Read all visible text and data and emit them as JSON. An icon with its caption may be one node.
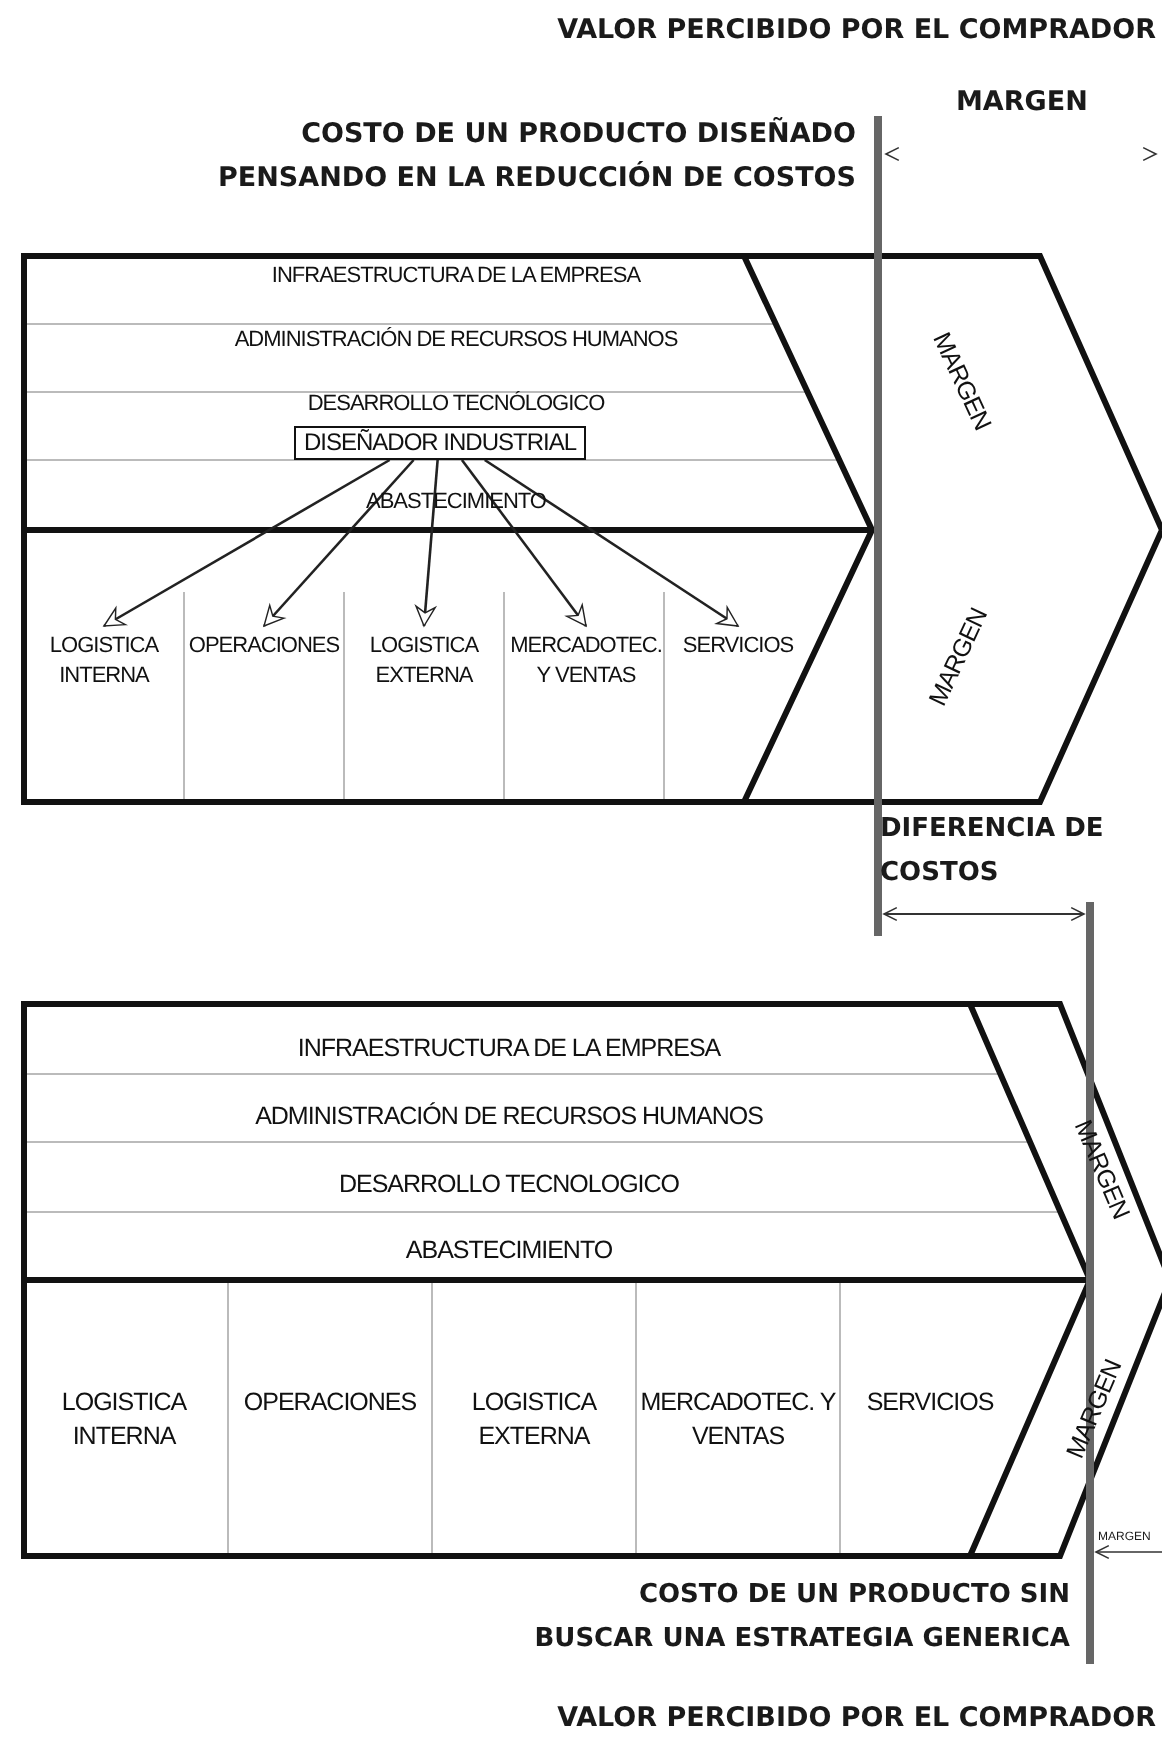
{
  "diagram": {
    "nodes": [
      {
        "text": [
          "INFRAESTRUCTURA DE LA EMPRESA"
        ]
      },
      {
        "text": [
          "ADMINISTRACIÓN DE RECURSOS HUMANOS"
        ]
      },
      {
        "text": [
          "DESARROLLO TECNÓLOGICO"
        ]
      },
      {
        "text": [
          "DISEÑADOR INDUSTRIAL"
        ],
        "in": 2
      },
      {
        "text": [
          "ABASTECIMIENTO"
        ]
      },
      {
        "text": [
          "LOGISTICA INTERNA"
        ]
      },
      {
        "text": [
          "OPERACIONES"
        ]
      },
      {
        "text": [
          "LOGISTICA EXTERNA"
        ]
      },
      {
        "text": [
          "MERCADOTEC. Y VENTAS"
        ]
      },
      {
        "text": [
          "SERVICIOS"
        ]
      },
      {
        "text": [
          "MARGEN"
        ]
      },
      {
        "text": [
          "MARGEN"
        ]
      },
      {
        "text": [
          "INFRAESTRUCTURA DE LA EMPRESA"
        ]
      },
      {
        "text": [
          "ADMINISTRACIÓN DE RECURSOS HUMANOS"
        ]
      },
      {
        "text": [
          "DESARROLLO TECNOLOGICO"
        ]
      },
      {
        "text": [
          "ABASTECIMIENTO"
        ]
      },
      {
        "text": [
          "LOGISTICA INTERNA"
        ]
      },
      {
        "text": [
          "OPERACIONES"
        ]
      },
      {
        "text": [
          "LOGISTICA EXTERNA"
        ]
      },
      {
        "text": [
          "MERCADOTEC. Y VENTAS"
        ]
      },
      {
        "text": [
          "SERVICIOS"
        ]
      },
      {
        "text": [
          "MARGEN"
        ]
      },
      {
        "text": [
          "MARGEN"
        ]
      }
    ],
    "edges": [
      {
        "from": 3,
        "to": 5,
        "arrow": "to"
      },
      {
        "from": 3,
        "to": 6,
        "arrow": "to"
      },
      {
        "from": 3,
        "to": 7,
        "arrow": "to"
      },
      {
        "from": 3,
        "to": 8,
        "arrow": "to"
      },
      {
        "from": 3,
        "to": 9,
        "arrow": "to"
      }
    ],
    "labels": [
      "VALOR PERCIBIDO POR EL COMPRADOR",
      "MARGEN",
      "COSTO DE UN PRODUCTO DISEÑADO PENSANDO EN LA REDUCCIÓN DE COSTOS",
      "DIFERENCIA DE COSTOS",
      "MARGEN",
      "COSTO DE UN PRODUCTO SIN BUSCAR UNA ESTRATEGIA GENERICA",
      "VALOR PERCIBIDO POR EL COMPRADOR"
    ]
  }
}
